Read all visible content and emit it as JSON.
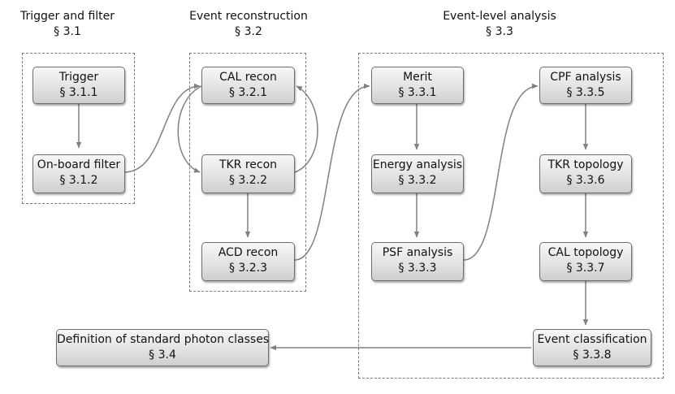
{
  "groups": [
    {
      "id": "trigger-filter",
      "title": "Trigger and filter",
      "section": "§ 3.1"
    },
    {
      "id": "event-reconstruction",
      "title": "Event reconstruction",
      "section": "§ 3.2"
    },
    {
      "id": "event-level-analysis",
      "title": "Event-level analysis",
      "section": "§ 3.3"
    }
  ],
  "nodes": [
    {
      "id": "trigger",
      "label": "Trigger",
      "section": "§ 3.1.1"
    },
    {
      "id": "onboard-filter",
      "label": "On-board filter",
      "section": "§ 3.1.2"
    },
    {
      "id": "cal-recon",
      "label": "CAL recon",
      "section": "§ 3.2.1"
    },
    {
      "id": "tkr-recon",
      "label": "TKR recon",
      "section": "§ 3.2.2"
    },
    {
      "id": "acd-recon",
      "label": "ACD recon",
      "section": "§ 3.2.3"
    },
    {
      "id": "merit",
      "label": "Merit",
      "section": "§ 3.3.1"
    },
    {
      "id": "energy-analysis",
      "label": "Energy analysis",
      "section": "§ 3.3.2"
    },
    {
      "id": "psf-analysis",
      "label": "PSF analysis",
      "section": "§ 3.3.3"
    },
    {
      "id": "cpf-analysis",
      "label": "CPF analysis",
      "section": "§ 3.3.5"
    },
    {
      "id": "tkr-topology",
      "label": "TKR topology",
      "section": "§ 3.3.6"
    },
    {
      "id": "cal-topology",
      "label": "CAL topology",
      "section": "§ 3.3.7"
    },
    {
      "id": "event-classification",
      "label": "Event classification",
      "section": "§ 3.3.8"
    },
    {
      "id": "standard-photon-classes",
      "label": "Definition of standard photon classes",
      "section": "§ 3.4"
    }
  ],
  "edges": [
    {
      "from": "trigger",
      "to": "onboard-filter"
    },
    {
      "from": "onboard-filter",
      "to": "cal-recon"
    },
    {
      "from": "cal-recon",
      "to": "tkr-recon"
    },
    {
      "from": "tkr-recon",
      "to": "cal-recon"
    },
    {
      "from": "tkr-recon",
      "to": "acd-recon"
    },
    {
      "from": "acd-recon",
      "to": "merit"
    },
    {
      "from": "merit",
      "to": "energy-analysis"
    },
    {
      "from": "energy-analysis",
      "to": "psf-analysis"
    },
    {
      "from": "psf-analysis",
      "to": "cpf-analysis"
    },
    {
      "from": "cpf-analysis",
      "to": "tkr-topology"
    },
    {
      "from": "tkr-topology",
      "to": "cal-topology"
    },
    {
      "from": "cal-topology",
      "to": "event-classification"
    },
    {
      "from": "event-classification",
      "to": "standard-photon-classes"
    }
  ],
  "colors": {
    "edge": "#808080",
    "node_border": "#6e6e6e",
    "group_border": "#7a7a7a"
  }
}
